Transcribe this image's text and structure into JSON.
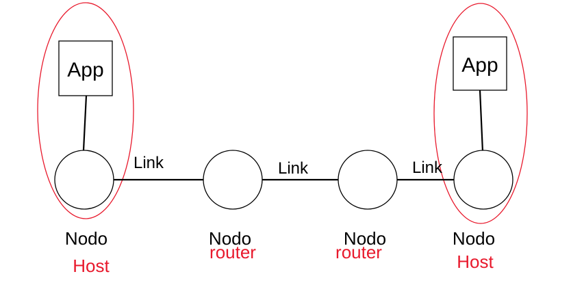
{
  "diagram": {
    "app_labels": [
      "App",
      "App"
    ],
    "link_labels": [
      "Link",
      "Link",
      "Link"
    ],
    "node_labels": [
      "Nodo",
      "Nodo",
      "Nodo",
      "Nodo"
    ],
    "role_labels": [
      "Host",
      "router",
      "router",
      "Host"
    ]
  },
  "colors": {
    "stroke": "#000000",
    "highlight": "#e8192c",
    "role_text": "#e8192c",
    "text": "#000000"
  }
}
